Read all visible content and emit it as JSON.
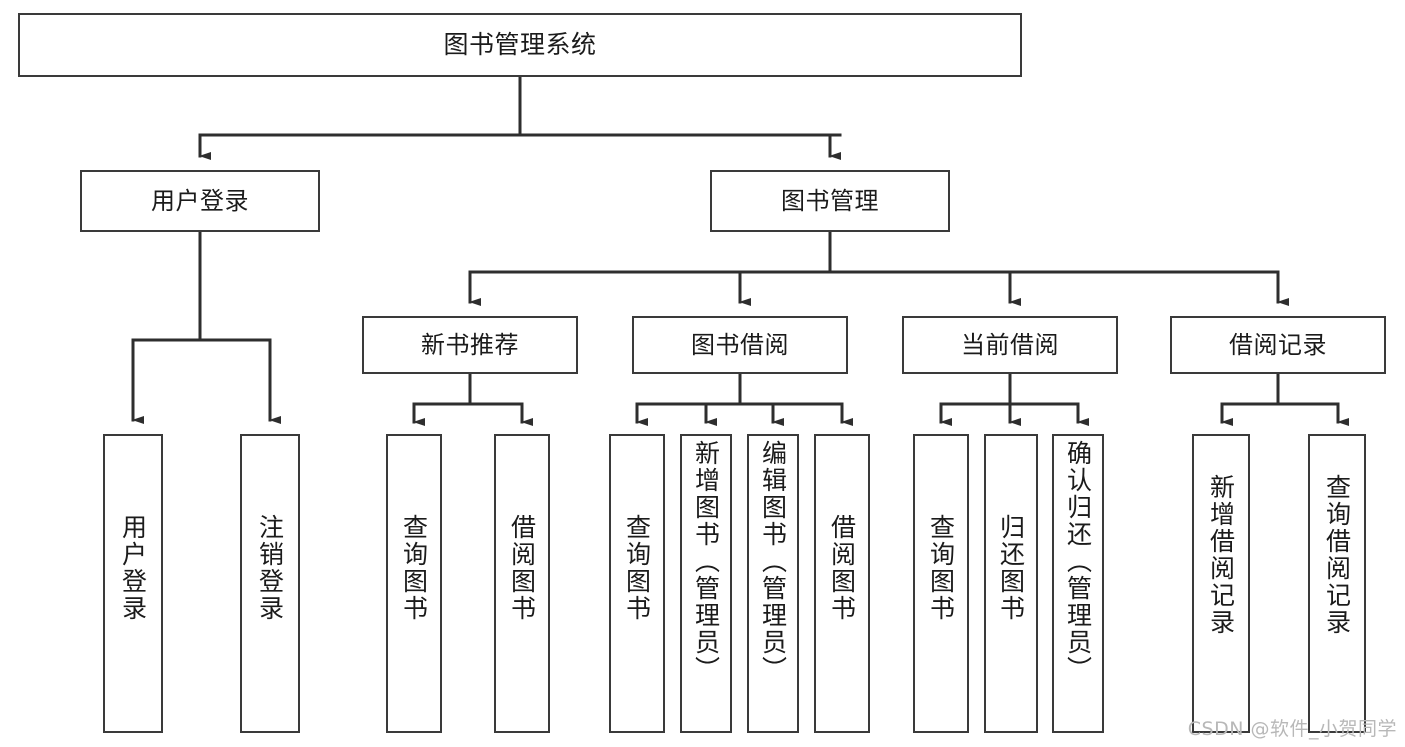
{
  "diagram": {
    "type": "tree",
    "title": "图书管理系统",
    "root": {
      "id": "root",
      "label": "图书管理系统"
    },
    "level2": [
      {
        "id": "user-login",
        "label": "用户登录"
      },
      {
        "id": "book-manage",
        "label": "图书管理"
      }
    ],
    "level3": [
      {
        "id": "new-book-rec",
        "label": "新书推荐",
        "parent": "book-manage"
      },
      {
        "id": "book-borrow",
        "label": "图书借阅",
        "parent": "book-manage"
      },
      {
        "id": "current-borrow",
        "label": "当前借阅",
        "parent": "book-manage"
      },
      {
        "id": "borrow-record",
        "label": "借阅记录",
        "parent": "book-manage"
      }
    ],
    "leaves": [
      {
        "id": "leaf-user-login",
        "label": "用户登录",
        "parent": "user-login"
      },
      {
        "id": "leaf-logout",
        "label": "注销登录",
        "parent": "user-login"
      },
      {
        "id": "leaf-query-book-1",
        "label": "查询图书",
        "parent": "new-book-rec"
      },
      {
        "id": "leaf-borrow-book-1",
        "label": "借阅图书",
        "parent": "new-book-rec"
      },
      {
        "id": "leaf-query-book-2",
        "label": "查询图书",
        "parent": "book-borrow"
      },
      {
        "id": "leaf-add-book",
        "label": "新增图书（管理员）",
        "parent": "book-borrow"
      },
      {
        "id": "leaf-edit-book",
        "label": "编辑图书（管理员）",
        "parent": "book-borrow"
      },
      {
        "id": "leaf-borrow-book-2",
        "label": "借阅图书",
        "parent": "book-borrow"
      },
      {
        "id": "leaf-query-book-3",
        "label": "查询图书",
        "parent": "current-borrow"
      },
      {
        "id": "leaf-return-book",
        "label": "归还图书",
        "parent": "current-borrow"
      },
      {
        "id": "leaf-confirm-return",
        "label": "确认归还（管理员）",
        "parent": "current-borrow"
      },
      {
        "id": "leaf-add-record",
        "label": "新增借阅记录",
        "parent": "borrow-record"
      },
      {
        "id": "leaf-query-record",
        "label": "查询借阅记录",
        "parent": "borrow-record"
      }
    ]
  },
  "watermark": {
    "text": "CSDN @软件_小贺同学"
  },
  "colors": {
    "border": "#3a3a3a",
    "text": "#1b1b1b",
    "background": "#ffffff",
    "connector": "#2e2e2e",
    "watermark": "#b8b8b8"
  }
}
